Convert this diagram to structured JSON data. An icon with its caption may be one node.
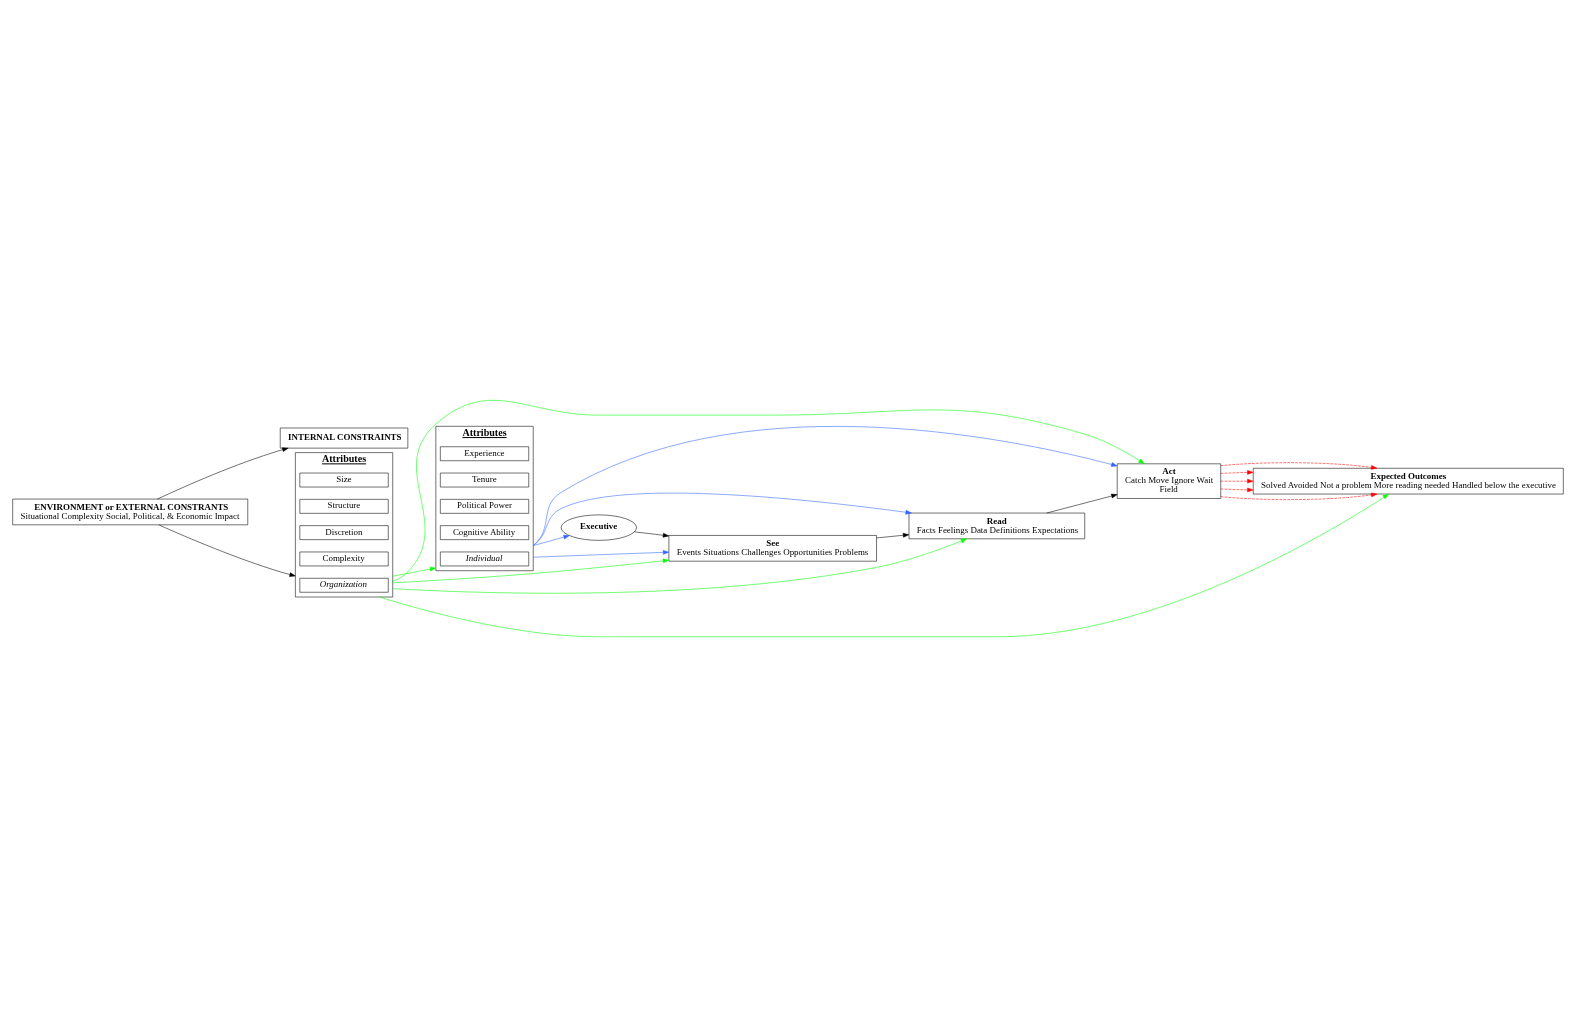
{
  "diagram": {
    "nodes": [
      {
        "text": [
          "ENVIRONMENT or EXTERNAL CONSTRANTS",
          "Situational Complexity Social, Political, & Economic Impact"
        ]
      },
      {
        "text": [
          "Executive"
        ]
      },
      {
        "text": [
          "See",
          "Events Situations Challenges Opportunities Problems"
        ]
      },
      {
        "text": [
          "Read",
          "Facts Feelings Data Definitions Expectations"
        ]
      },
      {
        "text": [
          "Act",
          "Catch Move Ignore Wait",
          "Field"
        ]
      },
      {
        "text": [
          "Expected Outcomes",
          "Solved Avoided Not a problem More reading needed Handled below the executive"
        ]
      },
      {
        "text": [
          "Attributes"
        ]
      },
      {
        "text": [
          "Individual"
        ],
        "in": 6
      },
      {
        "text": [
          "Cognitive Ability"
        ],
        "in": 6
      },
      {
        "text": [
          "Political Power"
        ],
        "in": 6
      },
      {
        "text": [
          "Tenure"
        ],
        "in": 6
      },
      {
        "text": [
          "Experience"
        ],
        "in": 6
      },
      {
        "text": [
          "INTERNAL CONSTRAINTS"
        ]
      },
      {
        "text": [
          "Attributes"
        ]
      },
      {
        "text": [
          "Organization"
        ],
        "in": 13
      },
      {
        "text": [
          "Complexity"
        ],
        "in": 13
      },
      {
        "text": [
          "Discretion"
        ],
        "in": 13
      },
      {
        "text": [
          "Structure"
        ],
        "in": 13
      },
      {
        "text": [
          "Size"
        ],
        "in": 13
      }
    ],
    "edges": [
      {
        "from": 1,
        "to": 2,
        "arrow": "to"
      },
      {
        "from": 2,
        "to": 3,
        "arrow": "to"
      },
      {
        "from": 3,
        "to": 4,
        "arrow": "to"
      },
      {
        "from": 4,
        "to": 5,
        "arrow": "to",
        "style": "dashed",
        "color": "#ff0000"
      },
      {
        "from": 4,
        "to": 5,
        "arrow": "to",
        "style": "dashed",
        "color": "#ff0000"
      },
      {
        "from": 4,
        "to": 5,
        "arrow": "to",
        "style": "dashed",
        "color": "#ff0000"
      },
      {
        "from": 4,
        "to": 5,
        "arrow": "to",
        "style": "dashed",
        "color": "#ff0000"
      },
      {
        "from": 4,
        "to": 5,
        "arrow": "to",
        "style": "dashed",
        "color": "#ff0000"
      },
      {
        "from": 6,
        "to": 1,
        "arrow": "to",
        "color": "#3366ff"
      },
      {
        "from": 6,
        "to": 2,
        "arrow": "to",
        "color": "#3366ff"
      },
      {
        "from": 6,
        "to": 3,
        "arrow": "to",
        "color": "#3366ff"
      },
      {
        "from": 6,
        "to": 4,
        "arrow": "to",
        "color": "#3366ff"
      },
      {
        "from": 13,
        "to": 6,
        "arrow": "to",
        "color": "#00ff00"
      },
      {
        "from": 13,
        "to": 2,
        "arrow": "to",
        "color": "#00ff00"
      },
      {
        "from": 13,
        "to": 3,
        "arrow": "to",
        "color": "#00ff00"
      },
      {
        "from": 13,
        "to": 4,
        "arrow": "to",
        "color": "#00ff00"
      },
      {
        "from": 13,
        "to": 5,
        "arrow": "to",
        "color": "#00ff00"
      },
      {
        "from": 0,
        "to": 13,
        "arrow": "to"
      },
      {
        "from": 0,
        "to": 12,
        "arrow": "to"
      }
    ]
  }
}
